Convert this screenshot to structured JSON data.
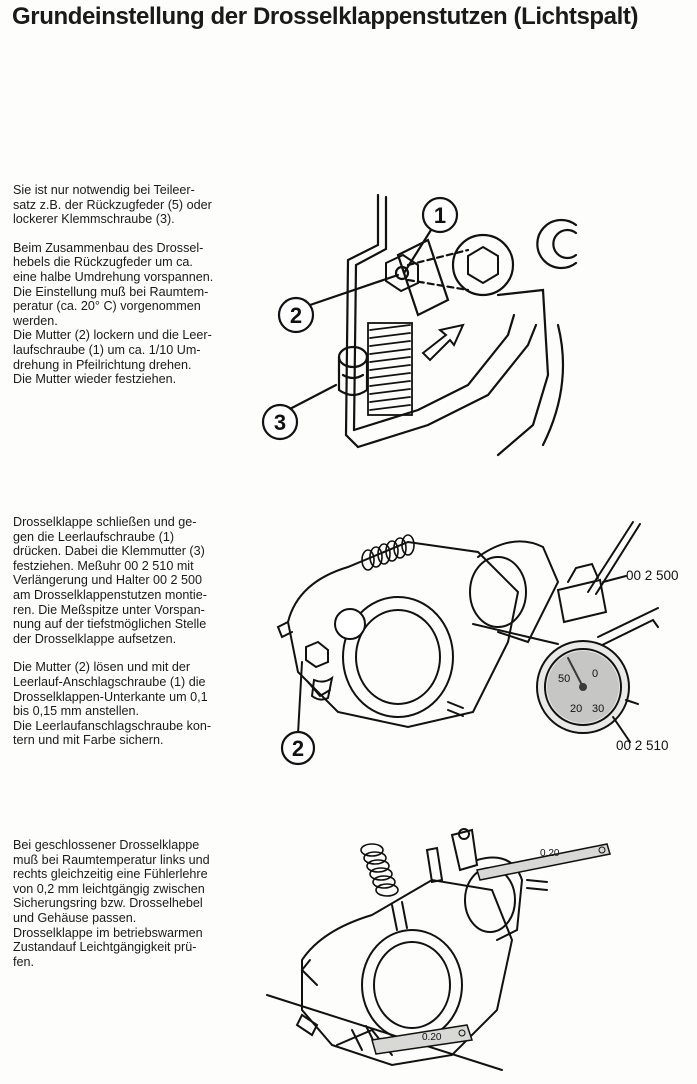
{
  "page": {
    "title": "Grundeinstellung der Drosselklappenstutzen (Lichtspalt)"
  },
  "section1": {
    "paragraphs": [
      "Sie ist nur notwendig bei Teileer-\nsatz z.B. der Rückzugfeder (5) oder\nlockerer Klemmschraube (3).",
      "Beim Zusammenbau des Drossel-\nhebels die Rückzugfeder um ca.\neine halbe Umdrehung vorspannen.\nDie Einstellung muß bei Raumtem-\nperatur (ca. 20° C) vorgenommen\nwerden.\nDie Mutter (2) lockern und die Leer-\nlaufschraube (1) um ca. 1/10 Um-\ndrehung in Pfeilrichtung drehen.\nDie Mutter wieder festziehen."
    ],
    "figure": {
      "callouts": [
        "1",
        "2",
        "3"
      ]
    }
  },
  "section2": {
    "paragraphs": [
      "Drosselklappe schließen und ge-\ngen die Leerlaufschraube (1)\ndrücken. Dabei die Klemmutter (3)\nfestziehen. Meßuhr 00 2 510 mit\nVerlängerung und Halter 00 2 500\nam Drosselklappenstutzen montie-\nren. Die Meßspitze unter Vorspan-\nnung auf der tiefstmöglichen Stelle\nder Drosselklappe aufsetzen.",
      "Die Mutter (2) lösen und mit der\nLeerlauf-Anschlagschraube (1) die\nDrosselklappen-Unterkante um 0,1\nbis 0,15 mm anstellen.\nDie Leerlaufanschlagschraube kon-\ntern und mit Farbe sichern."
    ],
    "figure": {
      "callout": "2",
      "tool_holder": "00 2 500",
      "tool_gauge": "00 2 510"
    }
  },
  "section3": {
    "paragraphs": [
      "Bei geschlossener Drosselklappe\nmuß bei Raumtemperatur links und\nrechts gleichzeitig eine Fühlerlehre\nvon 0,2 mm leichtgängig zwischen\nSicherungsring bzw. Drosselhebel\nund Gehäuse passen.\nDrosselklappe im betriebswarmen\nZustandauf Leichtgängigkeit prü-\nfen."
    ],
    "figure": {
      "gauge_top": "0.20",
      "gauge_bottom": "0.20"
    }
  }
}
